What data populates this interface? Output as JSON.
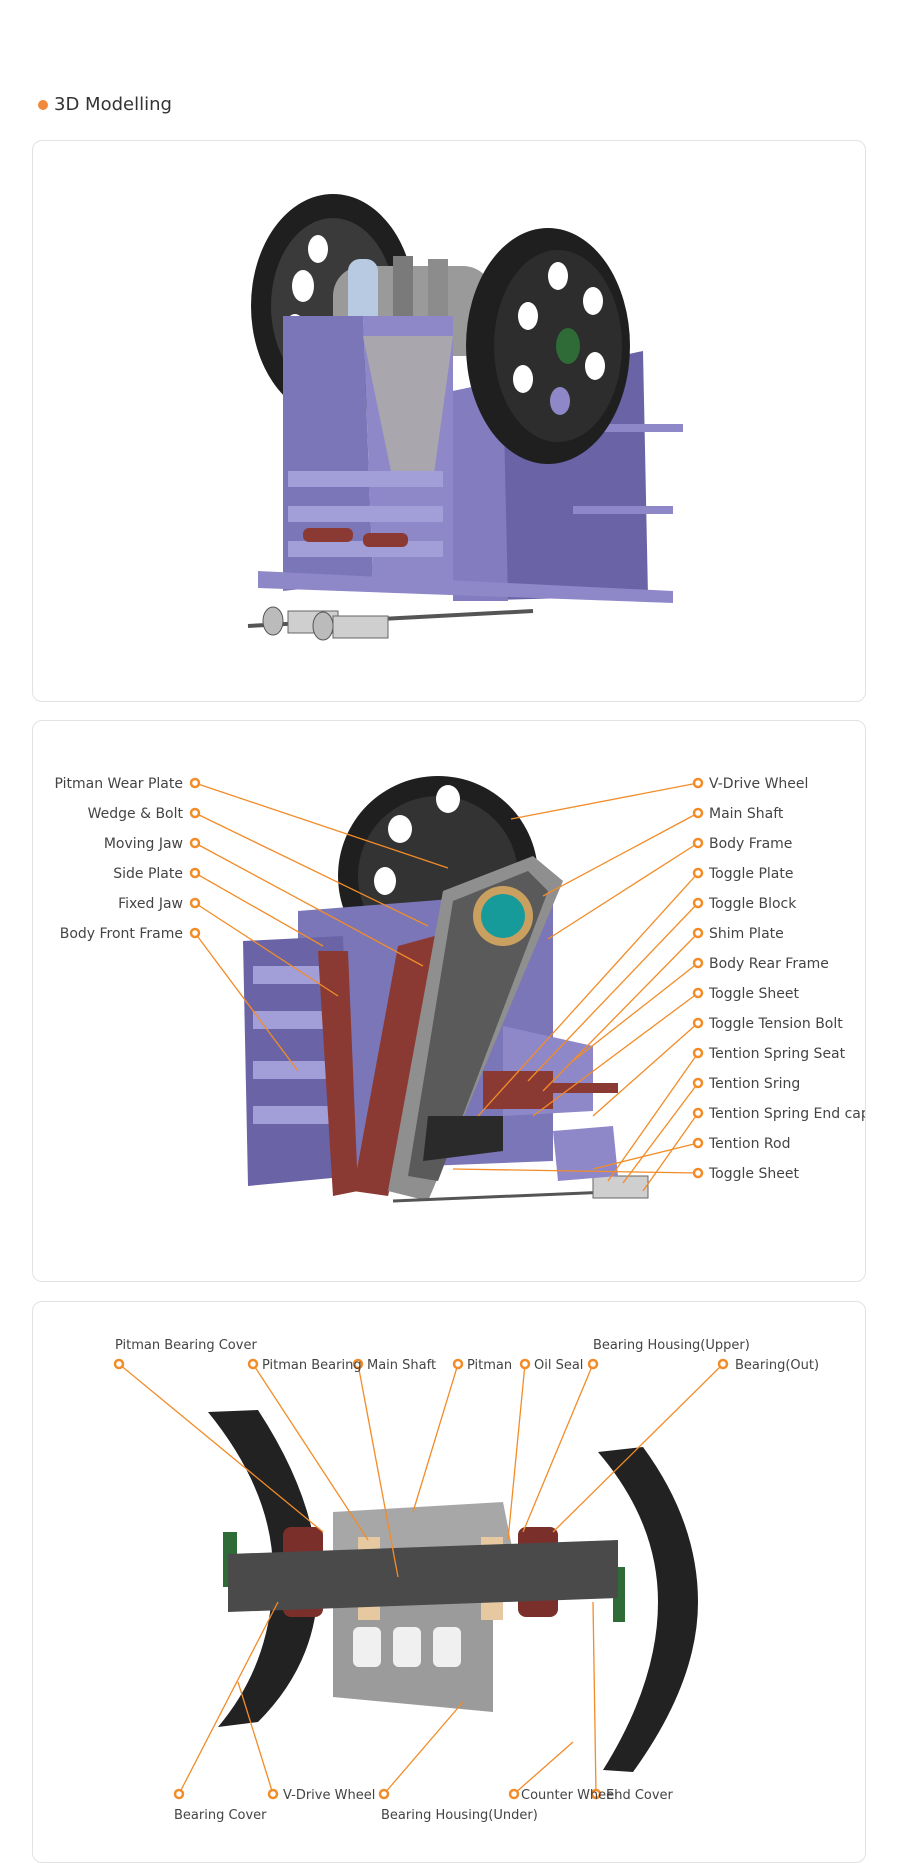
{
  "title": "3D Modelling",
  "colors": {
    "accent": "#f28c28",
    "frame": "#8a84c8",
    "wheel": "#1f1f1f",
    "liner": "#8b3a33"
  },
  "diagram2": {
    "left_labels": [
      "Pitman Wear Plate",
      "Wedge & Bolt",
      "Moving Jaw",
      "Side Plate",
      "Fixed Jaw",
      "Body Front Frame"
    ],
    "right_labels": [
      "V-Drive Wheel",
      "Main Shaft",
      "Body Frame",
      "Toggle Plate",
      "Toggle Block",
      "Shim Plate",
      "Body Rear Frame",
      "Toggle Sheet",
      "Toggle Tension Bolt",
      "Tention Spring Seat",
      "Tention Sring",
      "Tention Spring End cap",
      "Tention Rod",
      "Toggle Sheet"
    ]
  },
  "diagram3": {
    "top_labels": [
      "Pitman Bearing Cover",
      "Pitman Bearing",
      "Main Shaft",
      "Pitman",
      "Oil Seal",
      "Bearing Housing(Upper)",
      "Bearing(Out)"
    ],
    "bottom_labels": [
      "Bearing Cover",
      "V-Drive Wheel",
      "Bearing Housing(Under)",
      "Counter Wheel",
      "End Cover"
    ]
  }
}
